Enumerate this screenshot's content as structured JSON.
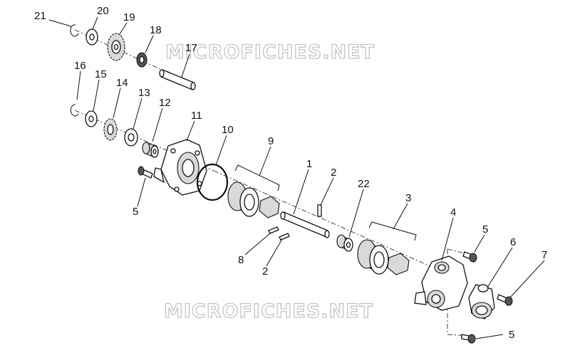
{
  "watermarks": [
    "MICROFICHES.NET",
    "MICROFICHES.NET"
  ],
  "callouts": [
    "21",
    "20",
    "19",
    "18",
    "17",
    "16",
    "15",
    "14",
    "13",
    "12",
    "11",
    "10",
    "9",
    "1",
    "2",
    "22",
    "3",
    "4",
    "5",
    "6",
    "7",
    "5",
    "8",
    "2",
    "5"
  ]
}
